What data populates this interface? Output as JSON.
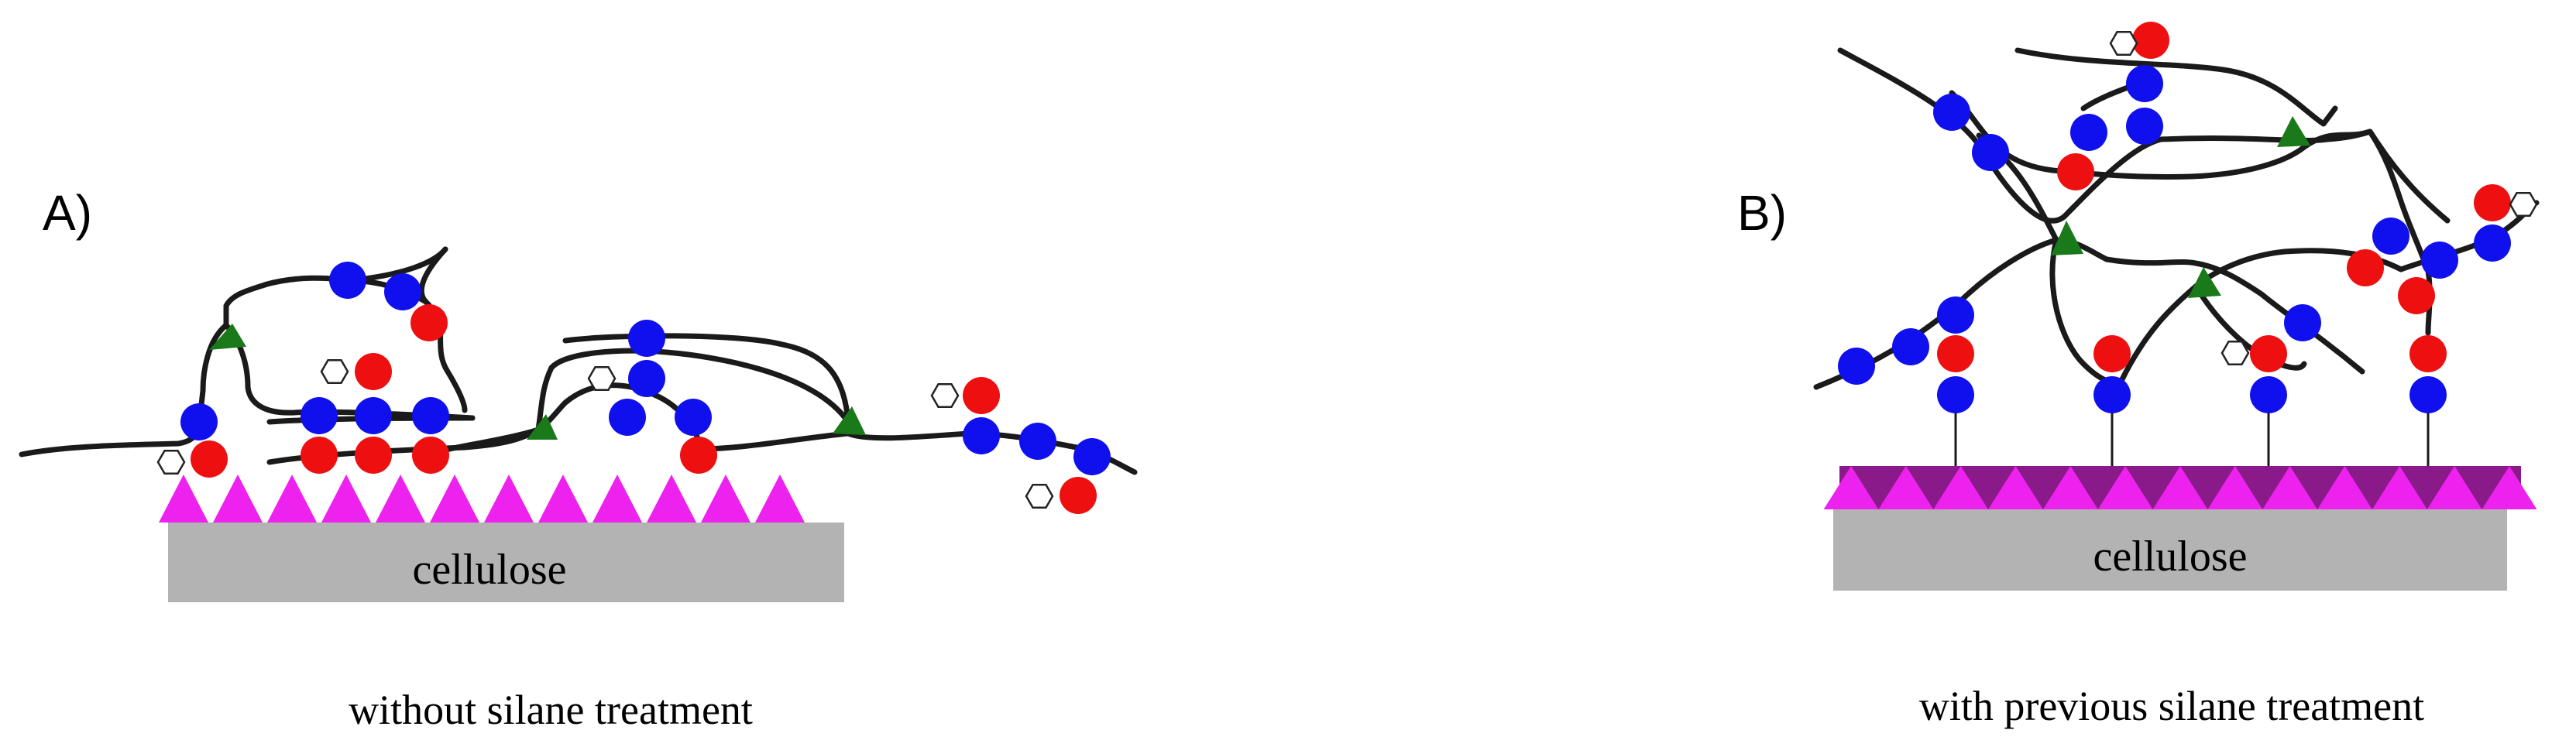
{
  "panel_a": {
    "label": "A)",
    "substrate": "cellulose",
    "caption": "without silane treatment"
  },
  "panel_b": {
    "label": "B)",
    "substrate": "cellulose",
    "caption": "with previous silane treatment"
  },
  "colors": {
    "blue_bead": "#1010ee",
    "red_bead": "#ee1010",
    "crosslink": "#1a7a1a",
    "silane_light": "#ee22ee",
    "silane_dark": "#8a1a8a",
    "cellulose": "#b3b3b3"
  }
}
